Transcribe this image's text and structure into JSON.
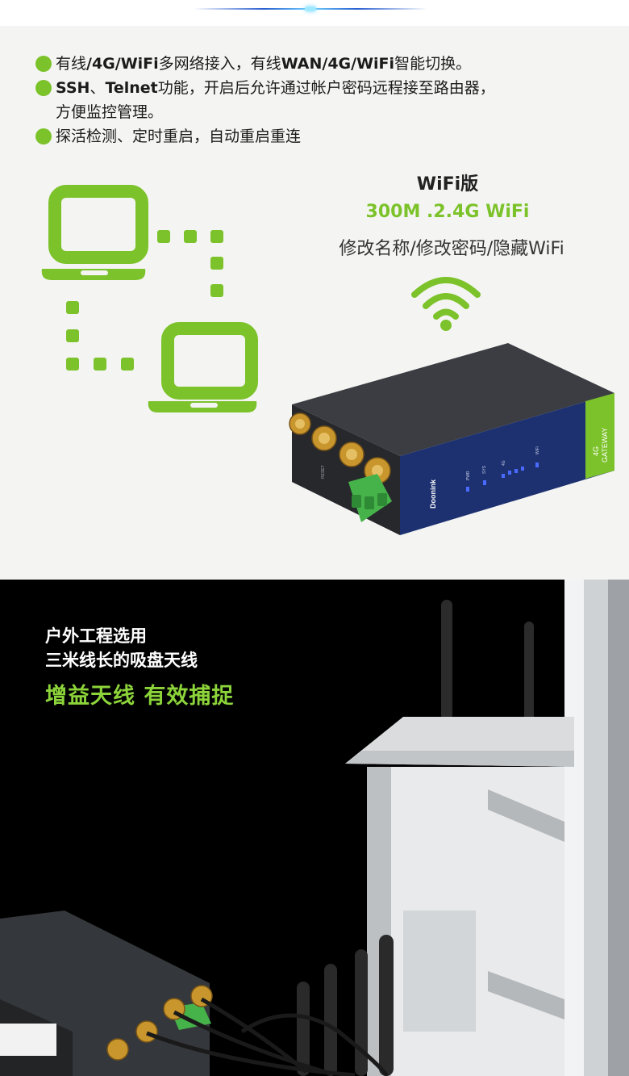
{
  "features": [
    {
      "parts": [
        {
          "t": "有线",
          "b": false
        },
        {
          "t": "/4G/WiFi",
          "b": true
        },
        {
          "t": "多网络接入，有线",
          "b": false
        },
        {
          "t": "WAN/4G/WiFi",
          "b": true
        },
        {
          "t": "智能切换。",
          "b": false
        }
      ]
    },
    {
      "parts": [
        {
          "t": "SSH",
          "b": true
        },
        {
          "t": "、",
          "b": false
        },
        {
          "t": "Telnet",
          "b": true
        },
        {
          "t": "功能，开启后允许通过帐户密码远程接至路由器，",
          "b": false
        }
      ],
      "line2": "方便监控管理。"
    },
    {
      "parts": [
        {
          "t": "探活检测、定时重启，自动重启重连",
          "b": false
        }
      ]
    }
  ],
  "wifi": {
    "title": "WiFi版",
    "speed": "300M .2.4G WiFi",
    "features": "修改名称/修改密码/隐藏WiFi"
  },
  "router": {
    "brand": "Doonink",
    "badge_line1": "4G",
    "badge_line2": "GATEWAY",
    "leds": [
      "PWR",
      "SYS",
      "4G",
      "WiFi"
    ],
    "side_label": "RESET"
  },
  "outdoor": {
    "line1": "户外工程选用",
    "line2": "三米线长的吸盘天线",
    "line3": "增益天线  有效捕捉"
  },
  "colors": {
    "accent_green": "#7cc22a",
    "router_blue": "#1d3170",
    "router_body": "#3a3c40"
  }
}
